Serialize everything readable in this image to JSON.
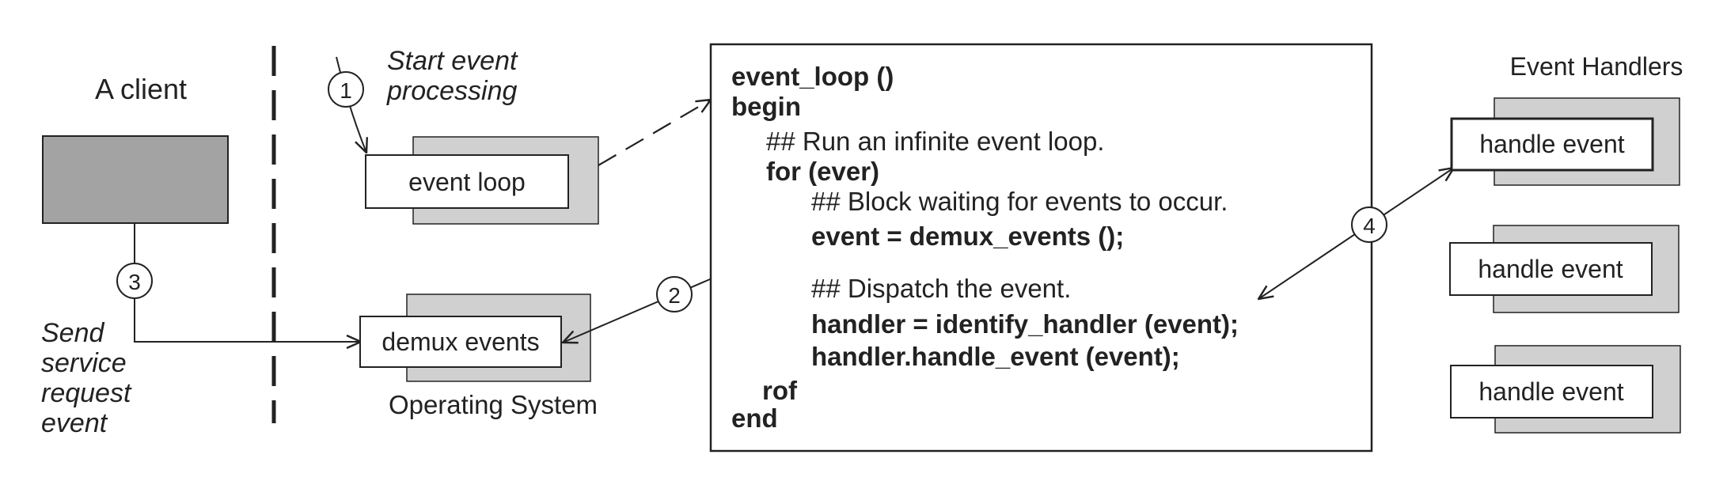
{
  "client": {
    "title": "A client",
    "send_label": [
      "Send",
      "service",
      "request",
      "event"
    ]
  },
  "steps": {
    "one": "1",
    "two": "2",
    "three": "3",
    "four": "4"
  },
  "start_label": [
    "Start event",
    "processing"
  ],
  "event_loop_box": "event loop",
  "demux_box": "demux events",
  "os_label": "Operating System",
  "code": {
    "line1": "event_loop ()",
    "line2": "begin",
    "line3": "## Run an infinite event loop.",
    "line4": "for (ever)",
    "line5": "## Block waiting for events to occur.",
    "line6": "event = demux_events ();",
    "line7": "## Dispatch the event.",
    "line8": "handler = identify_handler (event);",
    "line9": "handler.handle_event (event);",
    "line10": "rof",
    "line11": "end"
  },
  "handlers": {
    "title": "Event Handlers",
    "items": [
      "handle event",
      "handle event",
      "handle event"
    ]
  },
  "colors": {
    "client_fill": "#a3a3a3",
    "shadow_fill": "#d0d0d0",
    "line": "#222222"
  }
}
